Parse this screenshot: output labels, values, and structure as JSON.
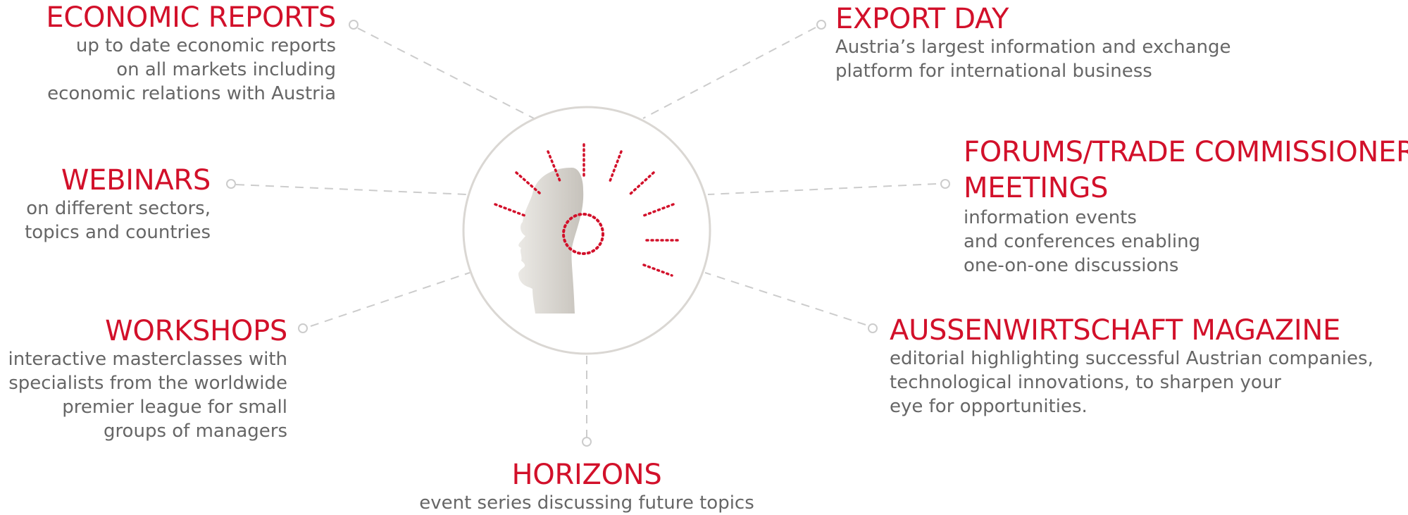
{
  "colors": {
    "accent": "#d2102a",
    "text": "#666666",
    "line": "#cccccc",
    "circle": "#dad7d3",
    "head_light": "#e8e6e2",
    "head_dark": "#c7c3bd"
  },
  "center_icon": "head-with-dotted-rays-icon",
  "items": {
    "economic_reports": {
      "title": "ECONOMIC REPORTS",
      "lines": [
        "up to date economic reports",
        "on all markets including",
        "economic relations with Austria"
      ]
    },
    "webinars": {
      "title": "WEBINARS",
      "lines": [
        "on different sectors,",
        "topics and countries"
      ]
    },
    "workshops": {
      "title": "WORKSHOPS",
      "lines": [
        "interactive masterclasses with",
        "specialists from the worldwide",
        "premier league for small",
        "groups of managers"
      ]
    },
    "horizons": {
      "title": "HORIZONS",
      "lines": [
        "event series discussing future topics"
      ]
    },
    "export_day": {
      "title": "EXPORT DAY",
      "lines": [
        "Austria’s largest information and exchange",
        "platform for international business"
      ]
    },
    "forums": {
      "title_lines": [
        "FORUMS/TRADE COMMISSIONER",
        "MEETINGS"
      ],
      "lines": [
        "information events",
        "and conferences enabling",
        "one-on-one discussions"
      ]
    },
    "magazine": {
      "title": "AUSSENWIRTSCHAFT MAGAZINE",
      "lines": [
        "editorial highlighting successful Austrian companies,",
        "technological innovations, to sharpen your",
        "eye for opportunities."
      ]
    }
  }
}
